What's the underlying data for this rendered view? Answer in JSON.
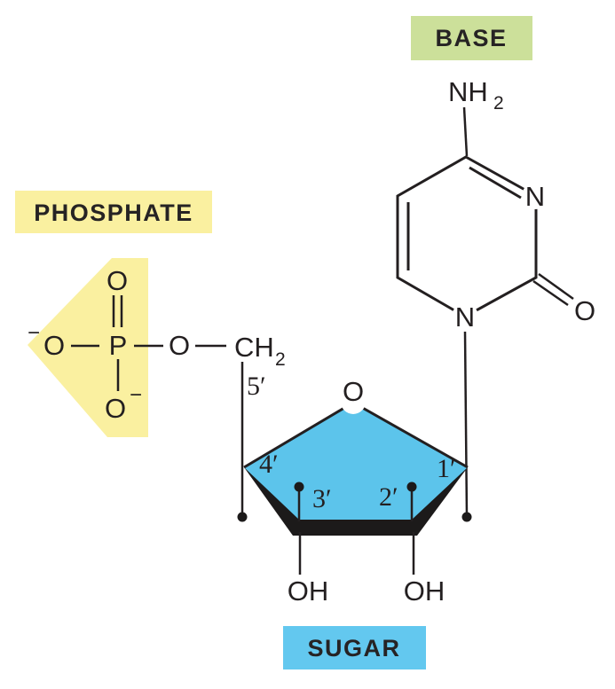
{
  "section_labels": {
    "base": "BASE",
    "phosphate": "PHOSPHATE",
    "sugar": "SUGAR"
  },
  "atoms": {
    "amine": "NH",
    "amine_sub": "2",
    "ring_nitrogen_top": "N",
    "ring_nitrogen_bottom": "N",
    "carbonyl_oxygen": "O",
    "phosphate_oxygen_top": "O",
    "phosphate_oxygen_left": "O",
    "phosphate_oxygen_left_charge": "−",
    "phosphorus": "P",
    "phosphate_oxygen_bottom": "O",
    "phosphate_oxygen_bottom_charge": "−",
    "bridge_oxygen": "O",
    "methylene": "CH",
    "methylene_sub": "2",
    "ring_oxygen": "O",
    "hydroxyl_3": "OH",
    "hydroxyl_2": "OH"
  },
  "carbon_numbers": {
    "c5": "5′",
    "c4": "4′",
    "c3": "3′",
    "c2": "2′",
    "c1": "1′"
  },
  "colors": {
    "base_ring_fill": "#D1E3A6",
    "base_label_bg": "#CCE09A",
    "phosphate_bg": "#FAF0A0",
    "sugar_ring_fill": "#5CC4EB",
    "sugar_label_bg": "#63C8EF",
    "bond": "#231F20",
    "wedge": "#1C1A1A",
    "carbon_number_red": "#E5202C"
  }
}
